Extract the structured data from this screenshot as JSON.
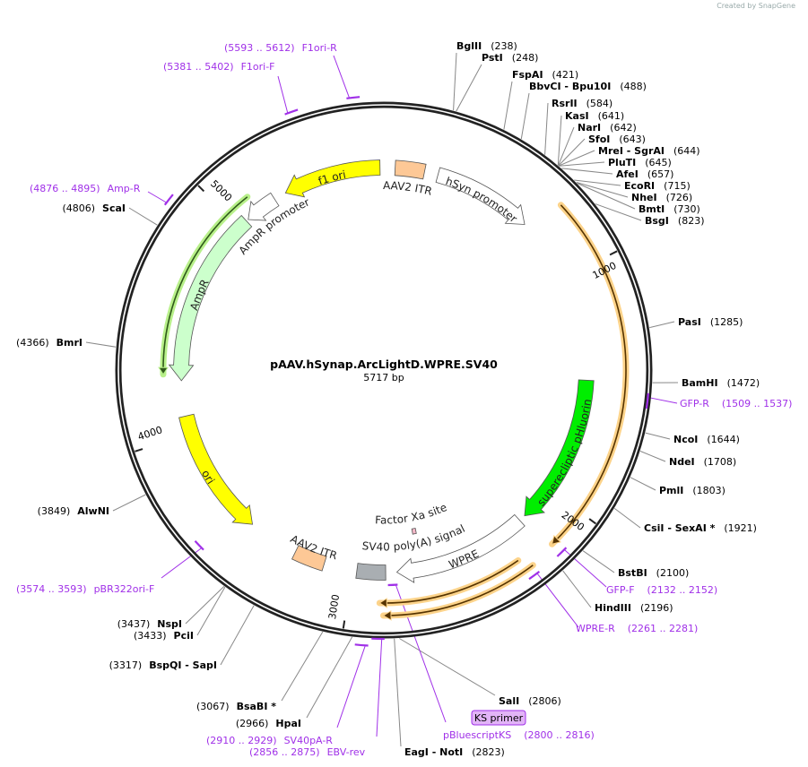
{
  "watermark": "Created by SnapGene",
  "plasmid": {
    "name": "pAAV.hSynap.ArcLightD.WPRE.SV40",
    "length_label": "5717 bp",
    "length": 5717
  },
  "ticks": [
    {
      "bp": 1000,
      "label": "1000"
    },
    {
      "bp": 2000,
      "label": "2000"
    },
    {
      "bp": 3000,
      "label": "3000"
    },
    {
      "bp": 4000,
      "label": "4000"
    },
    {
      "bp": 5000,
      "label": "5000"
    }
  ],
  "enzymes": [
    {
      "name": "BglII",
      "pos": "(238)",
      "bp": 238
    },
    {
      "name": "PstI",
      "pos": "(248)",
      "bp": 248
    },
    {
      "name": "FspAI",
      "pos": "(421)",
      "bp": 421
    },
    {
      "name": "BbvCI  - Bpu10I",
      "pos": "(488)",
      "bp": 488
    },
    {
      "name": "RsrII",
      "pos": "(584)",
      "bp": 584
    },
    {
      "name": "KasI",
      "pos": "(641)",
      "bp": 641
    },
    {
      "name": "NarI",
      "pos": "(642)",
      "bp": 642
    },
    {
      "name": "SfoI",
      "pos": "(643)",
      "bp": 643
    },
    {
      "name": "MreI  - SgrAI",
      "pos": "(644)",
      "bp": 644
    },
    {
      "name": "PluTI",
      "pos": "(645)",
      "bp": 645
    },
    {
      "name": "AfeI",
      "pos": "(657)",
      "bp": 657
    },
    {
      "name": "EcoRI",
      "pos": "(715)",
      "bp": 715
    },
    {
      "name": "NheI",
      "pos": "(726)",
      "bp": 726
    },
    {
      "name": "BmtI",
      "pos": "(730)",
      "bp": 730
    },
    {
      "name": "BsgI",
      "pos": "(823)",
      "bp": 823
    },
    {
      "name": "PasI",
      "pos": "(1285)",
      "bp": 1285
    },
    {
      "name": "BamHI",
      "pos": "(1472)",
      "bp": 1472
    },
    {
      "name": "NcoI",
      "pos": "(1644)",
      "bp": 1644
    },
    {
      "name": "NdeI",
      "pos": "(1708)",
      "bp": 1708
    },
    {
      "name": "PmlI",
      "pos": "(1803)",
      "bp": 1803
    },
    {
      "name": "CsiI  - SexAI *",
      "pos": "(1921)",
      "bp": 1921
    },
    {
      "name": "BstBI",
      "pos": "(2100)",
      "bp": 2100
    },
    {
      "name": "HindIII",
      "pos": "(2196)",
      "bp": 2196
    },
    {
      "name": "SalI",
      "pos": "(2806)",
      "bp": 2806
    },
    {
      "name": "EagI  - NotI",
      "pos": "(2823)",
      "bp": 2823
    },
    {
      "name": "HpaI",
      "pos": "(2966)",
      "bp": 2966
    },
    {
      "name": "BsaBI *",
      "pos": "(3067)",
      "bp": 3067
    },
    {
      "name": "BspQI  - SapI",
      "pos": "(3317)",
      "bp": 3317
    },
    {
      "name": "PciI",
      "pos": "(3433)",
      "bp": 3433
    },
    {
      "name": "NspI",
      "pos": "(3437)",
      "bp": 3437
    },
    {
      "name": "AlwNI",
      "pos": "(3849)",
      "bp": 3849
    },
    {
      "name": "BmrI",
      "pos": "(4366)",
      "bp": 4366
    },
    {
      "name": "ScaI",
      "pos": "(4806)",
      "bp": 4806
    }
  ],
  "primers": [
    {
      "name": "F1ori-R",
      "range": "(5593 .. 5612)",
      "start": 5593,
      "end": 5612
    },
    {
      "name": "F1ori-F",
      "range": "(5381 .. 5402)",
      "start": 5381,
      "end": 5402
    },
    {
      "name": "Amp-R",
      "range": "(4876 .. 4895)",
      "start": 4876,
      "end": 4895
    },
    {
      "name": "GFP-R",
      "range": "(1509 .. 1537)",
      "start": 1509,
      "end": 1537
    },
    {
      "name": "GFP-F",
      "range": "(2132 .. 2152)",
      "start": 2132,
      "end": 2152
    },
    {
      "name": "WPRE-R",
      "range": "(2261 .. 2281)",
      "start": 2261,
      "end": 2281
    },
    {
      "name": "pBR322ori-F",
      "range": "(3574 .. 3593)",
      "start": 3574,
      "end": 3593
    },
    {
      "name": "SV40pA-R",
      "range": "(2910 .. 2929)",
      "start": 2910,
      "end": 2929
    },
    {
      "name": "EBV-rev",
      "range": "(2856 .. 2875)",
      "start": 2856,
      "end": 2875
    },
    {
      "name": "pBluescriptKS",
      "range": "(2800 .. 2816)",
      "start": 2800,
      "end": 2816
    }
  ],
  "ks_primer": "KS primer",
  "features": [
    {
      "name": "AAV2 ITR",
      "start": 51,
      "end": 184,
      "type": "box",
      "color": "#fdc896"
    },
    {
      "name": "hSyn promoter",
      "start": 246,
      "end": 699,
      "type": "arrow",
      "color": "#ffffff"
    },
    {
      "name": "f1 ori",
      "start": 5700,
      "end": 5256,
      "type": "arrow",
      "color": "#ffff00"
    },
    {
      "name": "AmpR promoter",
      "start": 5200,
      "end": 5050,
      "type": "arrow",
      "color": "#ffffff"
    },
    {
      "name": "AmpR",
      "start": 5040,
      "end": 4240,
      "type": "arrow",
      "color": "#ccffcc"
    },
    {
      "name": "ori",
      "start": 4080,
      "end": 3500,
      "type": "arrow",
      "color": "#ffff00"
    },
    {
      "name": "AAV2 ITR",
      "start": 3270,
      "end": 3130,
      "type": "box",
      "color": "#fdc896"
    },
    {
      "name": "superecliptic pHluorin",
      "start": 1475,
      "end": 2160,
      "type": "arrow",
      "color": "#00ee00"
    },
    {
      "name": "WPRE",
      "start": 2190,
      "end": 2800,
      "type": "arrow",
      "color": "#ffffff"
    },
    {
      "name": "SV40 poly(A) signal",
      "start": 2850,
      "end": 2980,
      "type": "box",
      "color": "#a9aeb2"
    },
    {
      "name": "Factor Xa site",
      "start": 2680,
      "end": 2700,
      "type": "box",
      "color": "#f4b8c8"
    }
  ],
  "colors": {
    "backbone": "#222222",
    "primer": "#a030e8",
    "orf_glow": "#fcd38a",
    "orf_line": "#553300",
    "green_glow": "#b8f08a",
    "green_line": "#2f5a1a"
  }
}
